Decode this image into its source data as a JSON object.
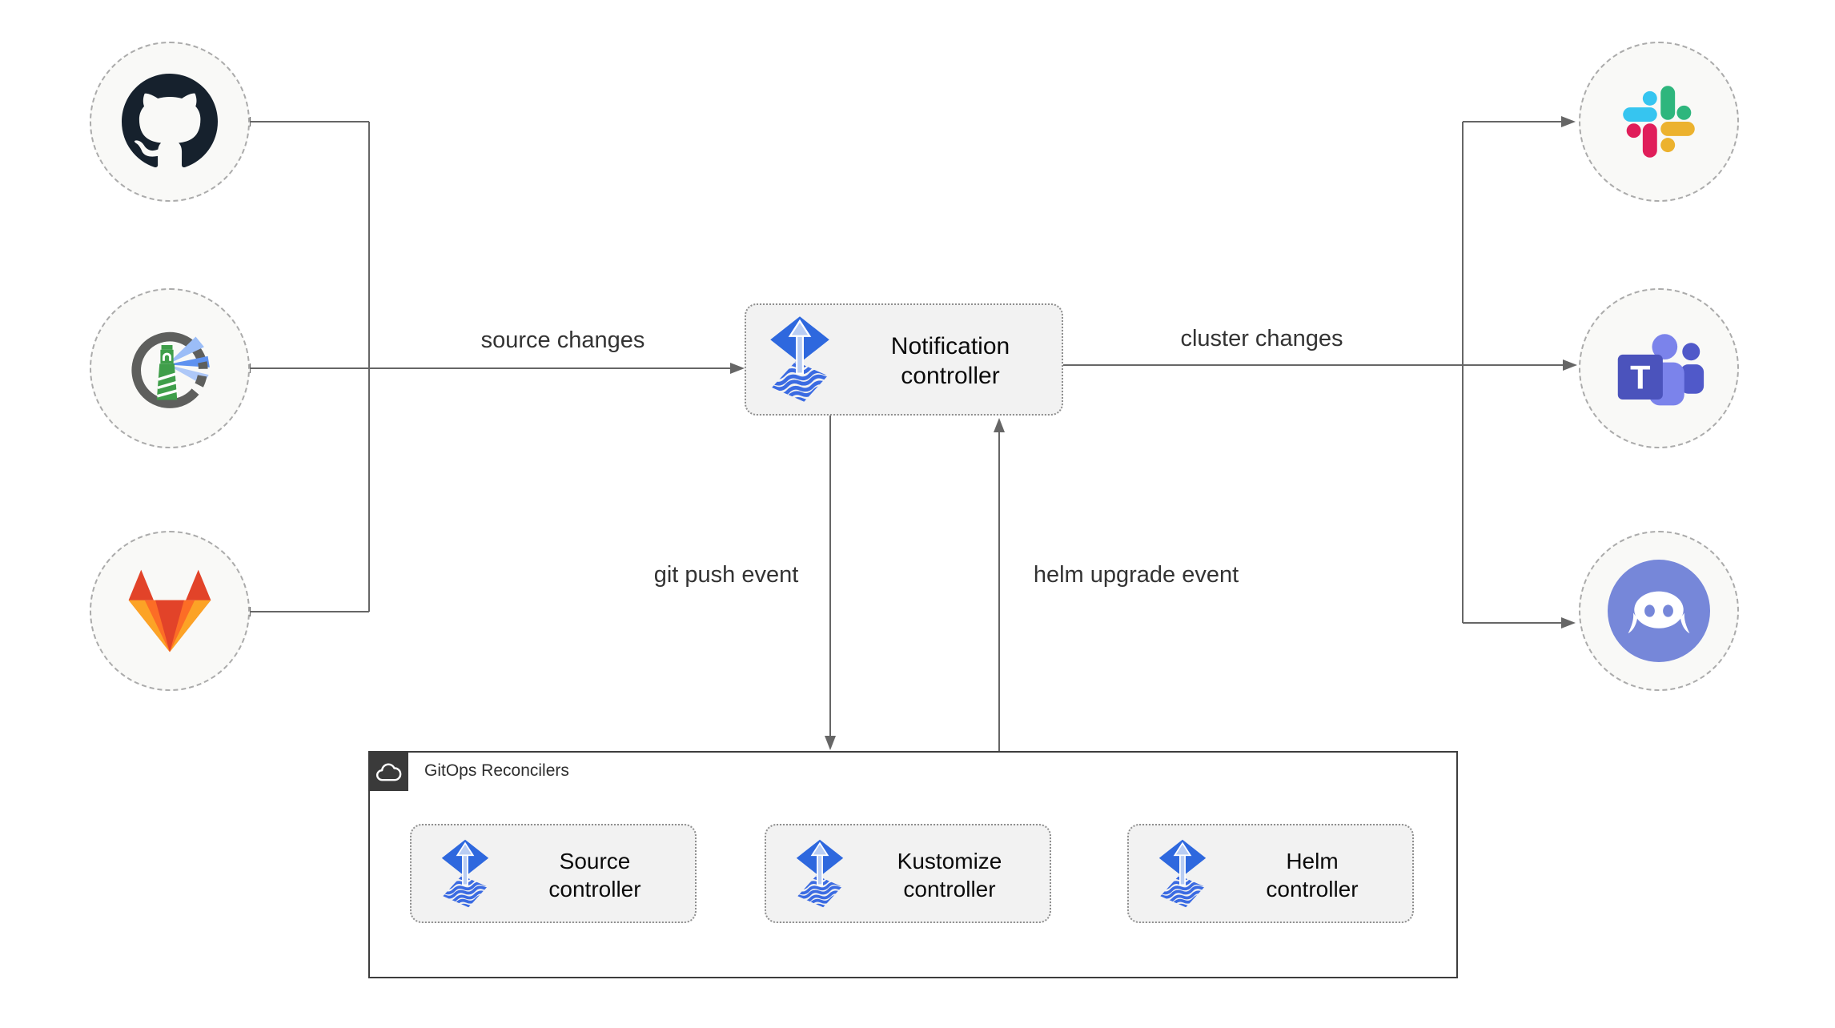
{
  "edges": {
    "source_changes": "source changes",
    "cluster_changes": "cluster changes",
    "git_push_event": "git push event",
    "helm_upgrade_event": "helm upgrade event"
  },
  "notification": {
    "label": "Notification controller",
    "icon": "flux-icon"
  },
  "gitops": {
    "title": "GitOps Reconcilers",
    "icon": "cloud-icon",
    "controllers": [
      {
        "label": "Source controller",
        "icon": "flux-icon"
      },
      {
        "label": "Kustomize controller",
        "icon": "flux-icon"
      },
      {
        "label": "Helm controller",
        "icon": "flux-icon"
      }
    ]
  },
  "sources": [
    {
      "icon": "github-icon"
    },
    {
      "icon": "harbor-icon"
    },
    {
      "icon": "gitlab-icon"
    }
  ],
  "targets": [
    {
      "icon": "slack-icon"
    },
    {
      "icon": "teams-icon"
    },
    {
      "icon": "discord-icon"
    }
  ],
  "colors": {
    "line": "#666666",
    "label_text": "#333333",
    "node_text": "#0a0a0a",
    "box_fill": "#f2f2f2",
    "box_border": "#8f8f8f",
    "circle_fill": "#f9f9f7",
    "circle_border": "#ababab",
    "gitops_border": "#3d3d3d",
    "gitops_tag_bg": "#3a3a3a",
    "flux_blue": "#2e68de",
    "flux_wave_blue": "#3b6be2",
    "flux_arrow": "#b9cdf3",
    "github_dark": "#16212d",
    "gitlab_red": "#e24329",
    "gitlab_orange": "#fc6d26",
    "gitlab_yellow": "#fca326",
    "slack_blue": "#36c5f0",
    "slack_green": "#2eb67d",
    "slack_red": "#e01e5a",
    "slack_yellow": "#ecb22e",
    "teams_purple": "#4b53bc",
    "teams_light": "#7b83eb",
    "teams_mid": "#5059c9",
    "discord_blurple": "#7687d9",
    "harbor_gray": "#5e5f5d",
    "harbor_green": "#3f9e4a",
    "harbor_beam": "#4285f4"
  }
}
